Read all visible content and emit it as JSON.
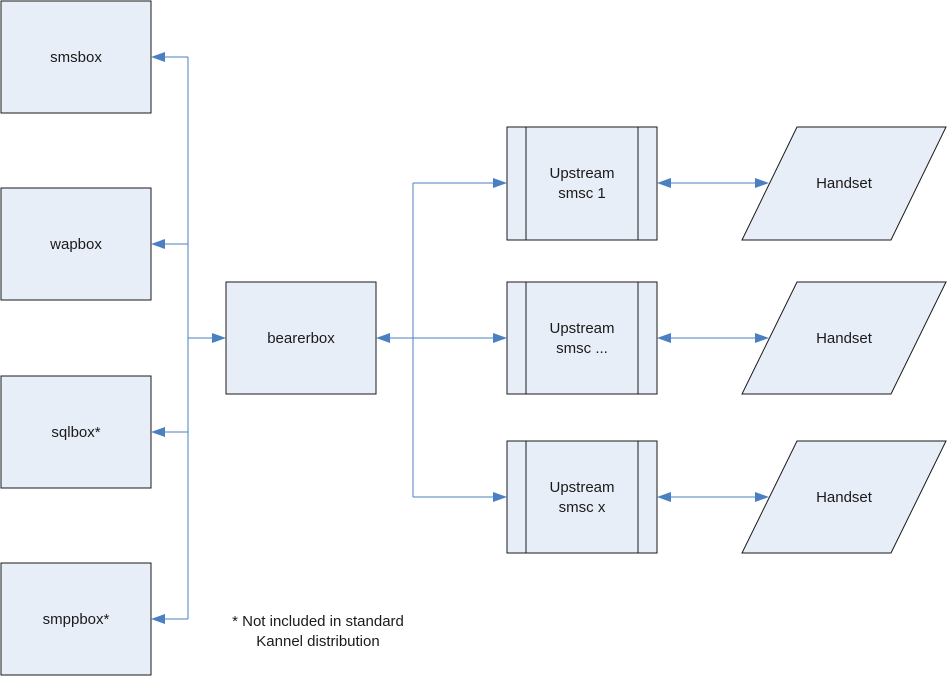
{
  "boxes": {
    "smsbox": "smsbox",
    "wapbox": "wapbox",
    "sqlbox": "sqlbox*",
    "smppbox": "smppbox*",
    "bearerbox": "bearerbox"
  },
  "smsc": [
    {
      "line1": "Upstream",
      "line2": "smsc 1"
    },
    {
      "line1": "Upstream",
      "line2": "smsc ..."
    },
    {
      "line1": "Upstream",
      "line2": "smsc x"
    }
  ],
  "handsets": [
    "Handset",
    "Handset",
    "Handset"
  ],
  "footnote": {
    "line1": "* Not included in standard",
    "line2": "Kannel distribution"
  },
  "colors": {
    "box_fill": "#e8eef8",
    "connector": "#4a7fc1",
    "outline": "#1a1a1a"
  }
}
